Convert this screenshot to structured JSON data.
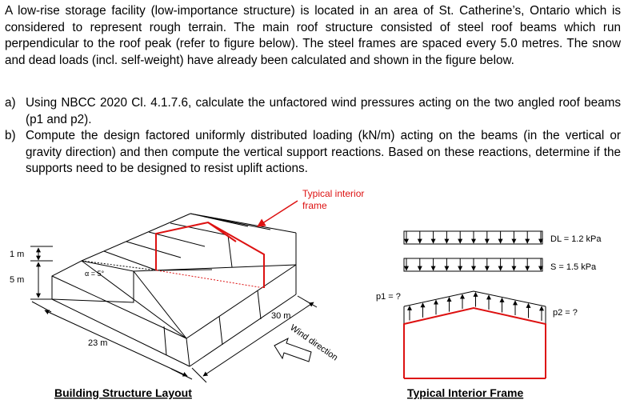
{
  "problem": {
    "intro": "A low-rise storage facility (low-importance structure) is located in an area of St. Catherine’s, Ontario which is considered to represent rough terrain. The main roof structure consisted of steel roof beams which run perpendicular to the roof peak (refer to figure below). The steel frames are spaced every 5.0 metres. The snow and dead loads (incl. self-weight) have already been calculated and shown in the figure below.",
    "questions": [
      {
        "label": "a)",
        "text": "Using NBCC 2020 Cl. 4.1.7.6, calculate the unfactored wind pressures acting on the two angled roof beams (p1 and p2)."
      },
      {
        "label": "b)",
        "text": "Compute the design factored uniformly distributed loading (kN/m) acting on the beams (in the vertical or gravity direction) and then compute the vertical support reactions. Based on these reactions, determine if the supports need to be designed to resist uplift actions."
      }
    ]
  },
  "building_figure": {
    "caption": "Building Structure Layout",
    "callout": [
      "Typical interior",
      "frame"
    ],
    "dim_roof_height": "1 m",
    "dim_wall_height": "5 m",
    "roof_angle": "α = 5°",
    "dim_length": "30 m",
    "dim_width": "23 m",
    "wind_label": "Wind direction",
    "frame_color": "#dd1111"
  },
  "frame_figure": {
    "caption": "Typical Interior Frame",
    "dead_load": "DL = 1.2 kPa",
    "snow_load": "S = 1.5 kPa",
    "p1": "p1 = ?",
    "p2": "p2 = ?",
    "frame_color": "#dd1111"
  }
}
